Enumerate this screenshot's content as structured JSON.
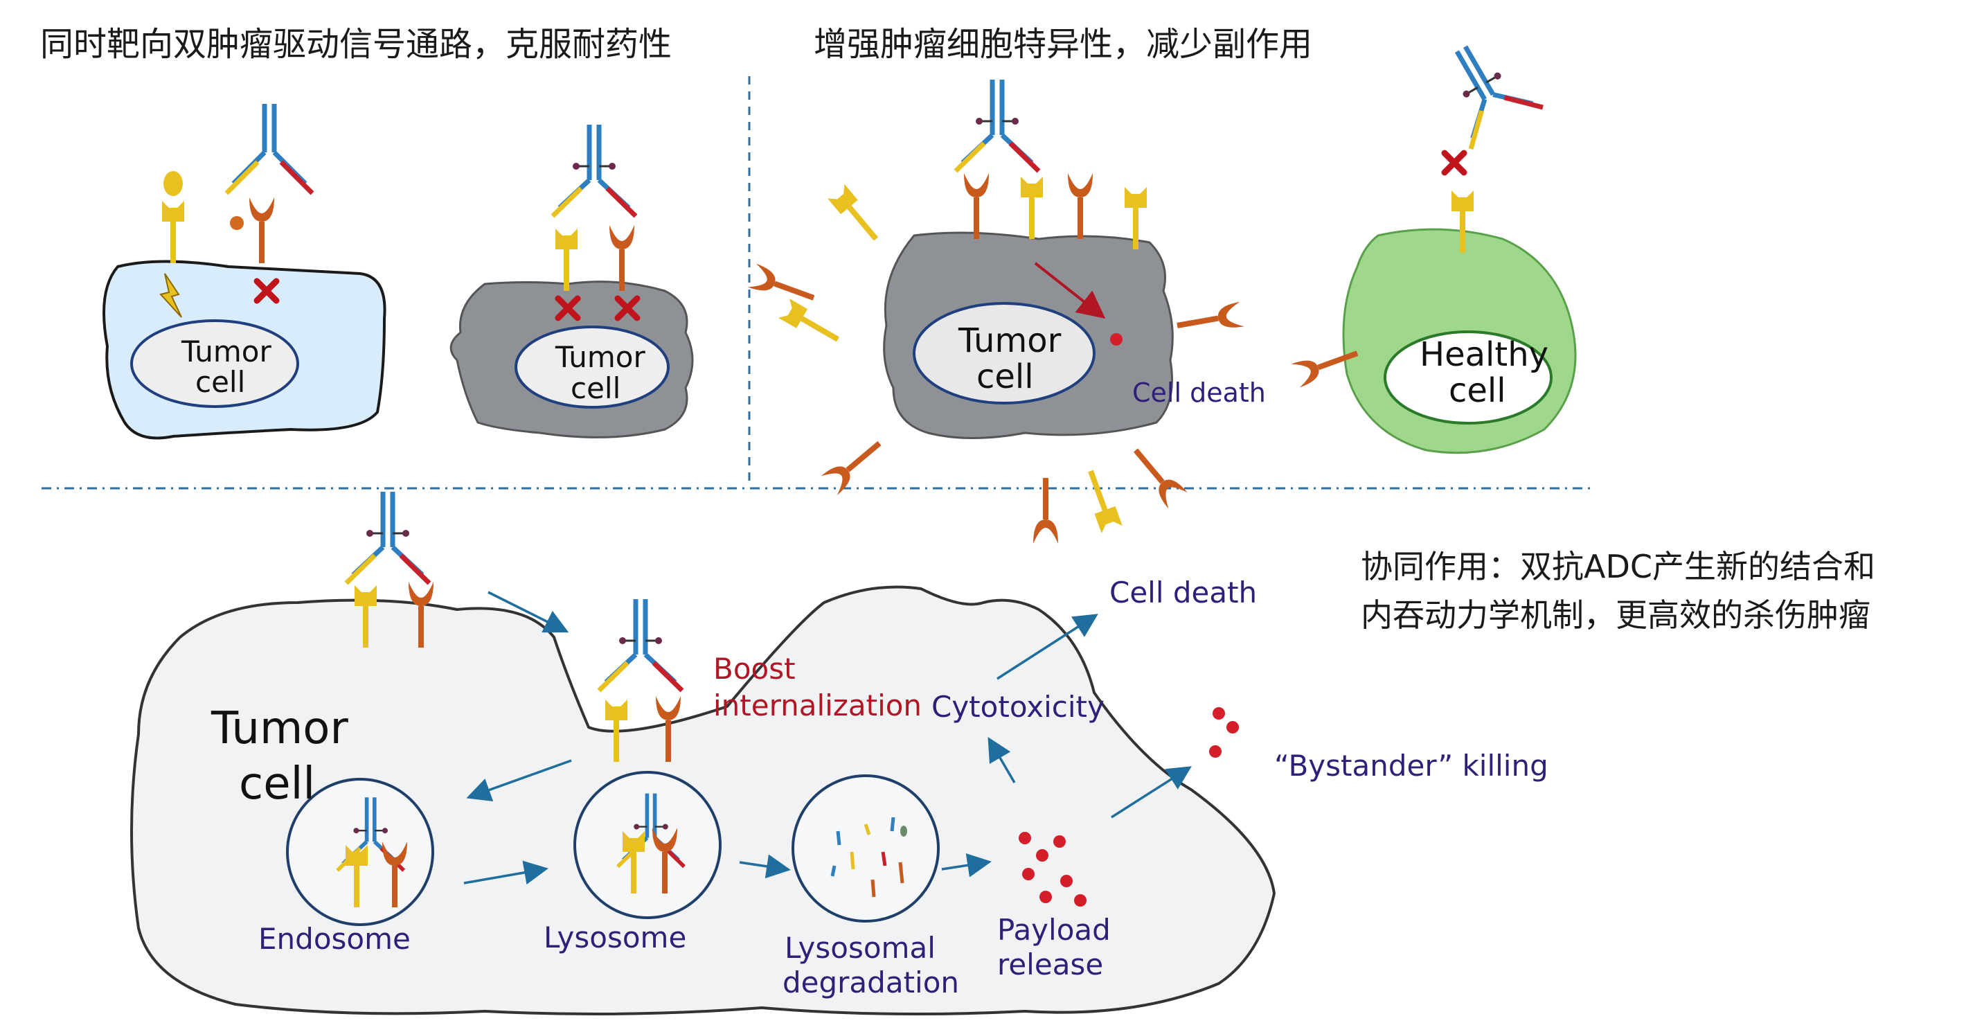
{
  "panels": {
    "top_left_title": "同时靶向双肿瘤驱动信号通路，克服耐药性",
    "top_right_title": "增强肿瘤细胞特异性，减少副作用",
    "synergy_text_line1": "协同作用：双抗ADC产生新的结合和",
    "synergy_text_line2": "内吞动力学机制，更高效的杀伤肿瘤"
  },
  "labels": {
    "tumor_line1": "Tumor",
    "tumor_line2": "cell",
    "healthy_line1": "Healthy",
    "healthy_line2": "cell",
    "cell_death": "Cell death",
    "boost_line1": "Boost",
    "boost_line2": "internalization",
    "cytotoxicity": "Cytotoxicity",
    "bystander": "“Bystander” killing",
    "endosome": "Endosome",
    "lysosome": "Lysosome",
    "lysosomal_line1": "Lysosomal",
    "lysosomal_line2": "degradation",
    "payload_line1": "Payload",
    "payload_line2": "release"
  },
  "colors": {
    "light_blue_cell": "#d9ecfb",
    "gray_cell": "#8e9196",
    "healthy_cell": "#9fd88a",
    "receptor_yellow": "#e8c020",
    "receptor_orange": "#c85a1e",
    "antibody_blue": "#2f7fc0",
    "antibody_red": "#c8202a",
    "block_x": "#c0141c",
    "arrow_blue": "#1f6e9e",
    "payload_red": "#d41e2a",
    "divider": "#2f6e9e"
  }
}
